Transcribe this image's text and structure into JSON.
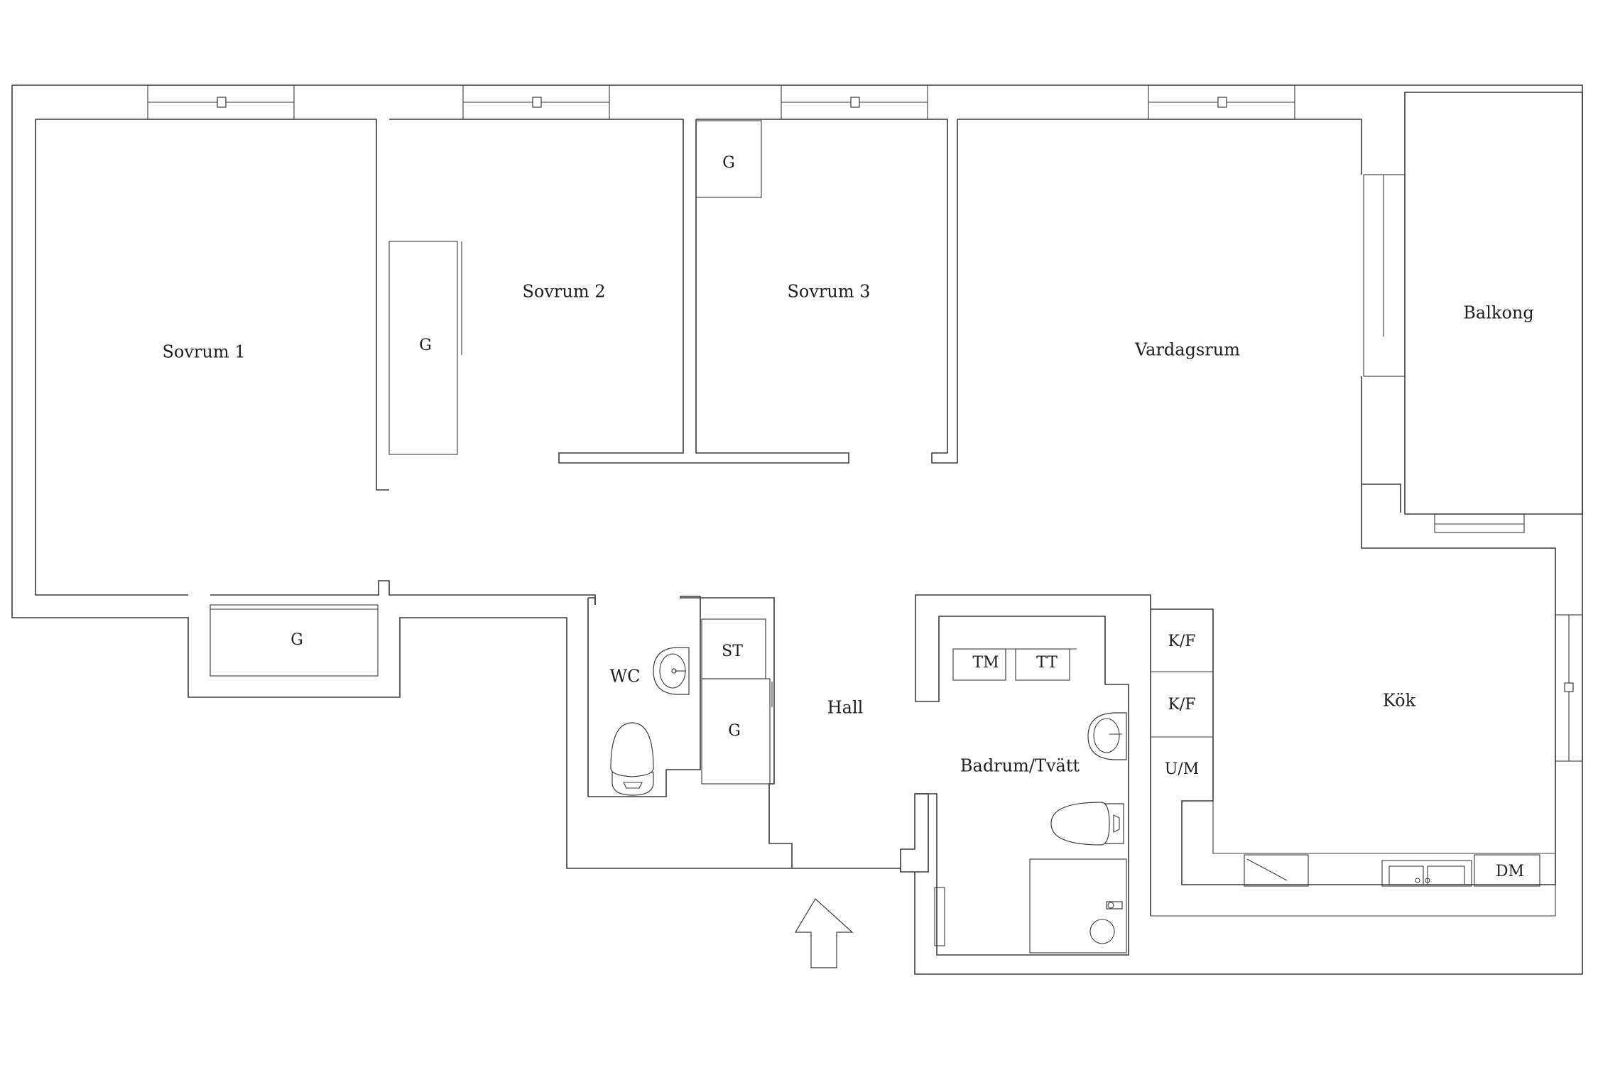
{
  "rooms": {
    "sovrum1": "Sovrum 1",
    "sovrum2": "Sovrum 2",
    "sovrum3": "Sovrum 3",
    "vardagsrum": "Vardagsrum",
    "balkong": "Balkong",
    "kok": "Kök",
    "hall": "Hall",
    "wc": "WC",
    "badrum": "Badrum/Tvätt"
  },
  "fixtures": {
    "wardrobe_s1": "G",
    "wardrobe_s2": "G",
    "wardrobe_s3": "G",
    "wardrobe_hall": "G",
    "storage_hall": "ST",
    "washing_machine": "TM",
    "tumble_dryer": "TT",
    "fridge_freezer_1": "K/F",
    "fridge_freezer_2": "K/F",
    "oven_microwave": "U/M",
    "dishwasher": "DM"
  },
  "icons": {
    "entrance": "entrance-arrow-icon",
    "sink": "sink-icon",
    "toilet": "toilet-icon",
    "shower": "shower-icon",
    "stove": "stove-icon",
    "kitchen_sink": "kitchen-sink-icon"
  },
  "colors": {
    "line": "#3a3a3a",
    "background": "#ffffff"
  }
}
